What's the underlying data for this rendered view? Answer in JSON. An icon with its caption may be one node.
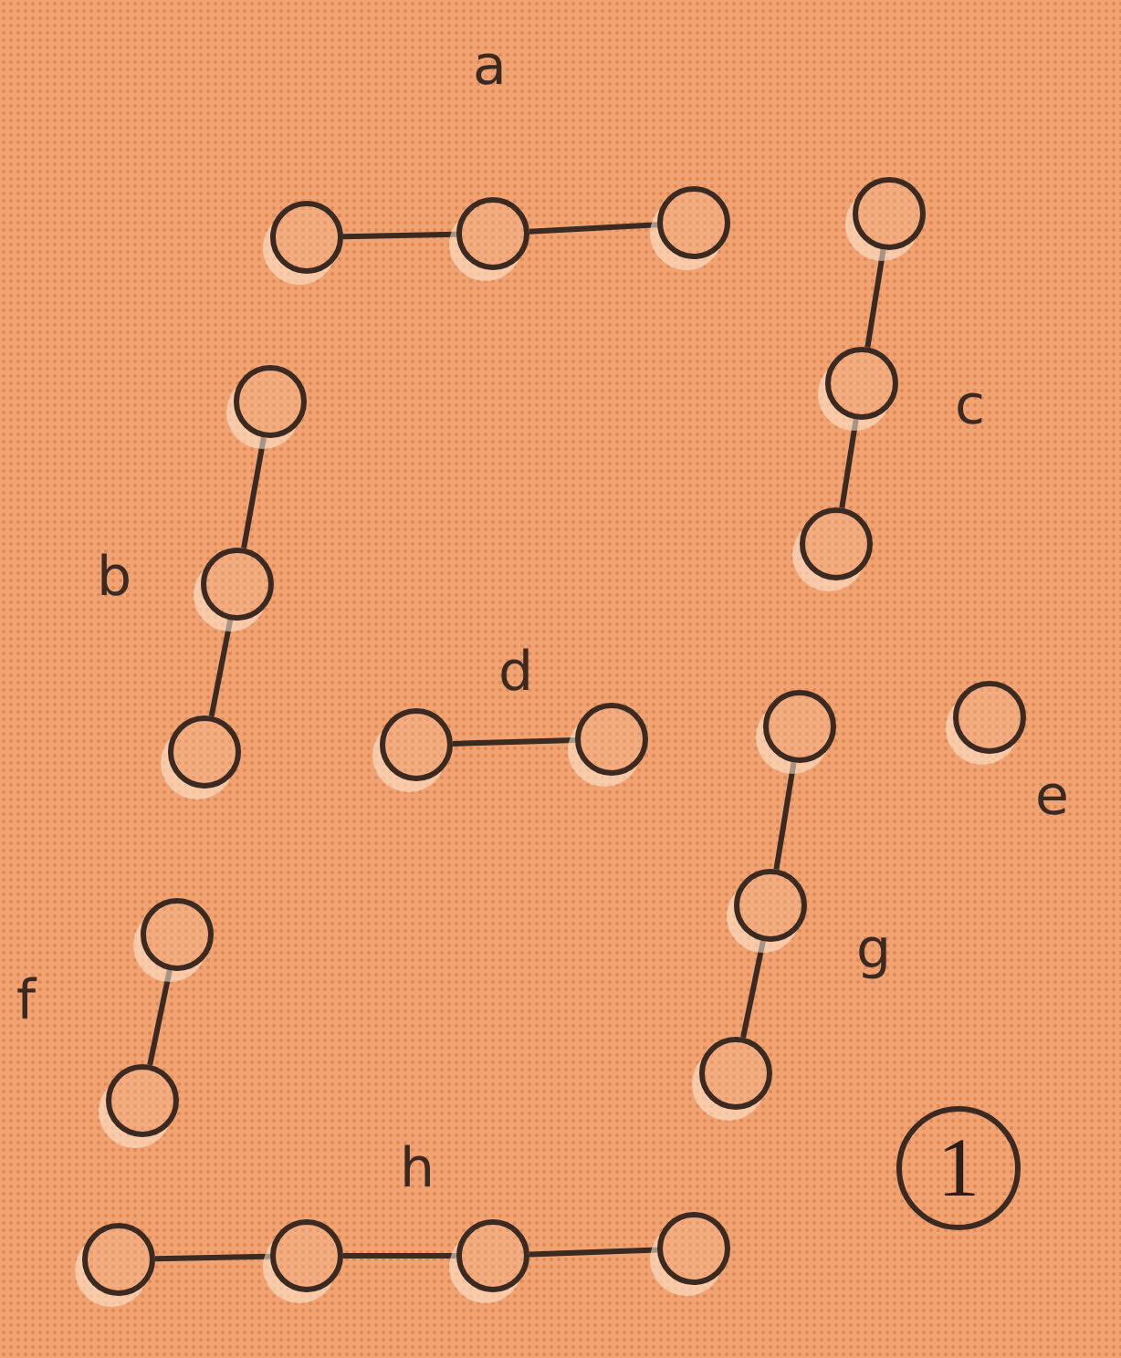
{
  "diagram": {
    "nodes": [
      {
        "text": [],
        "shape": "circle"
      },
      {
        "text": [],
        "shape": "circle"
      },
      {
        "text": [],
        "shape": "circle"
      },
      {
        "text": [],
        "shape": "circle"
      },
      {
        "text": [],
        "shape": "circle"
      },
      {
        "text": [],
        "shape": "circle"
      },
      {
        "text": [],
        "shape": "circle"
      },
      {
        "text": [],
        "shape": "circle"
      },
      {
        "text": [],
        "shape": "circle"
      },
      {
        "text": [],
        "shape": "circle"
      },
      {
        "text": [],
        "shape": "circle"
      },
      {
        "text": [],
        "shape": "circle"
      },
      {
        "text": [],
        "shape": "circle"
      },
      {
        "text": [],
        "shape": "circle"
      },
      {
        "text": [],
        "shape": "circle"
      },
      {
        "text": [],
        "shape": "circle"
      },
      {
        "text": [],
        "shape": "circle"
      },
      {
        "text": [],
        "shape": "circle"
      },
      {
        "text": [],
        "shape": "circle"
      },
      {
        "text": [],
        "shape": "circle"
      },
      {
        "text": [],
        "shape": "circle"
      },
      {
        "text": [
          "1"
        ]
      }
    ],
    "edges": [
      {
        "from": 0,
        "to": 1,
        "arrow": "none"
      },
      {
        "from": 1,
        "to": 2,
        "arrow": "none"
      },
      {
        "from": 3,
        "to": 4,
        "arrow": "none"
      },
      {
        "from": 4,
        "to": 5,
        "arrow": "none"
      },
      {
        "from": 6,
        "to": 7,
        "arrow": "none"
      },
      {
        "from": 7,
        "to": 8,
        "arrow": "none"
      },
      {
        "from": 9,
        "to": 10,
        "arrow": "none"
      },
      {
        "from": 12,
        "to": 13,
        "arrow": "none"
      },
      {
        "from": 13,
        "to": 14,
        "arrow": "none"
      },
      {
        "from": 15,
        "to": 16,
        "arrow": "none"
      },
      {
        "from": 17,
        "to": 18,
        "arrow": "none"
      },
      {
        "from": 18,
        "to": 19,
        "arrow": "none"
      },
      {
        "from": 19,
        "to": 20,
        "arrow": "none"
      }
    ],
    "labels": [
      "a",
      "c",
      "b",
      "d",
      "e",
      "g",
      "f",
      "h"
    ]
  }
}
